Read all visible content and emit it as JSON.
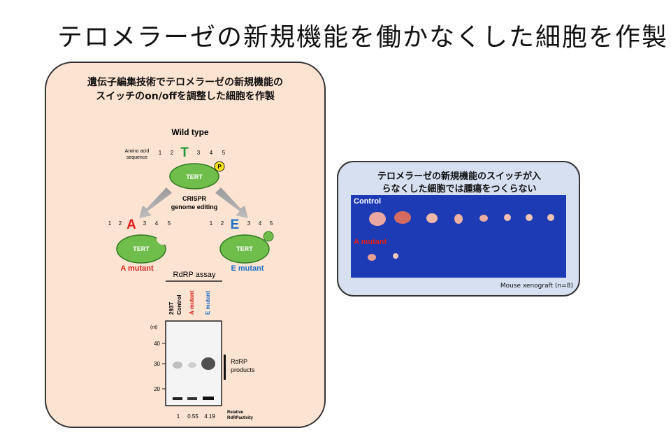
{
  "title": "テロメラーゼの新規機能を働かなくした細胞を作製",
  "left_panel": {
    "heading_line1": "遺伝子編集技術でテロメラーゼの新規機能の",
    "heading_line2": "スイッチのon/offを調整した細胞を作製",
    "wild_type_label": "Wild type",
    "amino_acid_label_1": "Amino acid",
    "amino_acid_label_2": "sequence",
    "wt_sequence": [
      "1",
      "2",
      "T",
      "3",
      "4",
      "5"
    ],
    "phospho_label": "P",
    "tert_label": "TERT",
    "crispr_line1": "CRISPR",
    "crispr_line2": "genome editing",
    "a_sequence": [
      "1",
      "2",
      "A",
      "3",
      "4",
      "5"
    ],
    "e_sequence": [
      "1",
      "2",
      "E",
      "3",
      "4",
      "5"
    ],
    "a_mutant_label": "A mutant",
    "e_mutant_label": "E mutant",
    "assay_title": "RdRP assay",
    "lane_labels": [
      "293T",
      "Control",
      "A mutant",
      "E mutant"
    ],
    "nt_label": "(nt)",
    "size_markers": [
      "40",
      "30",
      "20"
    ],
    "products_line1": "RdRP",
    "products_line2": "products",
    "relative_line1": "Relative",
    "relative_line2": "RdRPactivity",
    "relative_values": [
      "1",
      "0.55",
      "4.19"
    ]
  },
  "right_panel": {
    "heading_line1": "テロメラーゼの新規機能のスイッチが入",
    "heading_line2": "らなくした細胞では腫瘍をつくらない",
    "control_label": "Control",
    "a_mutant_label": "A mutant",
    "caption": "Mouse xenograft (n=8)"
  },
  "colors": {
    "green": "#1e9a3c",
    "red": "#e0201b",
    "blue": "#1f6fc5",
    "tert_fill": "#6fbe4b",
    "panel_left": "#fce3d2",
    "panel_right": "#d6e0f1",
    "photo_bg": "#1d3bb4"
  }
}
